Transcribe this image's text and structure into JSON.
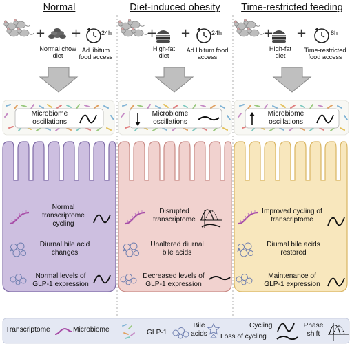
{
  "columns": [
    {
      "heading": "Normal",
      "diet": "Normal chow diet",
      "access": "Ad libitum food access",
      "clock": "24h",
      "microbiome": "Microbiome oscillations",
      "microbiome_trend": "none",
      "transcriptome": "Normal transcriptome cycling",
      "bile": "Diurnal bile acid changes",
      "glp1": "Normal levels of GLP-1 expression",
      "panel_color": "#cdbfe0",
      "panel_stroke": "#7e6aa6"
    },
    {
      "heading": "Diet-induced obesity",
      "diet": "High-fat diet",
      "access": "Ad libitum food access",
      "clock": "24h",
      "microbiome": "Microbiome oscillations",
      "microbiome_trend": "down",
      "transcriptome": "Disrupted transcriptome",
      "bile": "Unaltered diurnal bile acids",
      "glp1": "Decreased levels of GLP-1 expression",
      "panel_color": "#f1d2cf",
      "panel_stroke": "#c98b86"
    },
    {
      "heading": "Time-restricted feeding",
      "diet": "High-fat diet",
      "access": "Time-restricted food access",
      "clock": "8h",
      "microbiome": "Microbiome oscillations",
      "microbiome_trend": "up",
      "transcriptome": "Improved cycling of transcriptome",
      "bile": "Diurnal bile acids restored",
      "glp1": "Maintenance of GLP-1 expression",
      "panel_color": "#f8e7bd",
      "panel_stroke": "#d9b562"
    }
  ],
  "legend": {
    "transcriptome": "Transcriptome",
    "microbiome": "Microbiome",
    "glp1": "GLP-1",
    "bile_acids": "Bile acids",
    "cycling": "Cycling",
    "loss_of_cycling": "Loss of cycling",
    "phase_shift": "Phase shift"
  }
}
